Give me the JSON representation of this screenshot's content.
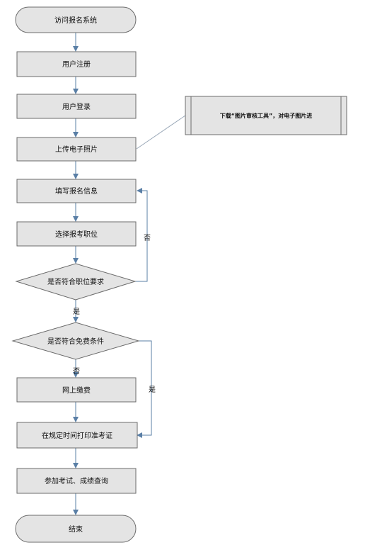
{
  "nodes": {
    "start": "访问报名系统",
    "register": "用户注册",
    "login": "用户登录",
    "upload_photo": "上传电子照片",
    "fill_info": "填写报名信息",
    "select_position": "选择报考职位",
    "position_check": "是否符合职位要求",
    "fee_check": "是否符合免费条件",
    "online_payment": "网上缴费",
    "print_ticket": "在规定时间打印准考证",
    "exam_query": "参加考试、成绩查询",
    "end": "结束"
  },
  "note": "下载“图片审核工具”，对电子图片进",
  "edge_labels": {
    "position_no": "否",
    "position_yes": "是",
    "fee_no": "否",
    "fee_yes": "是"
  }
}
